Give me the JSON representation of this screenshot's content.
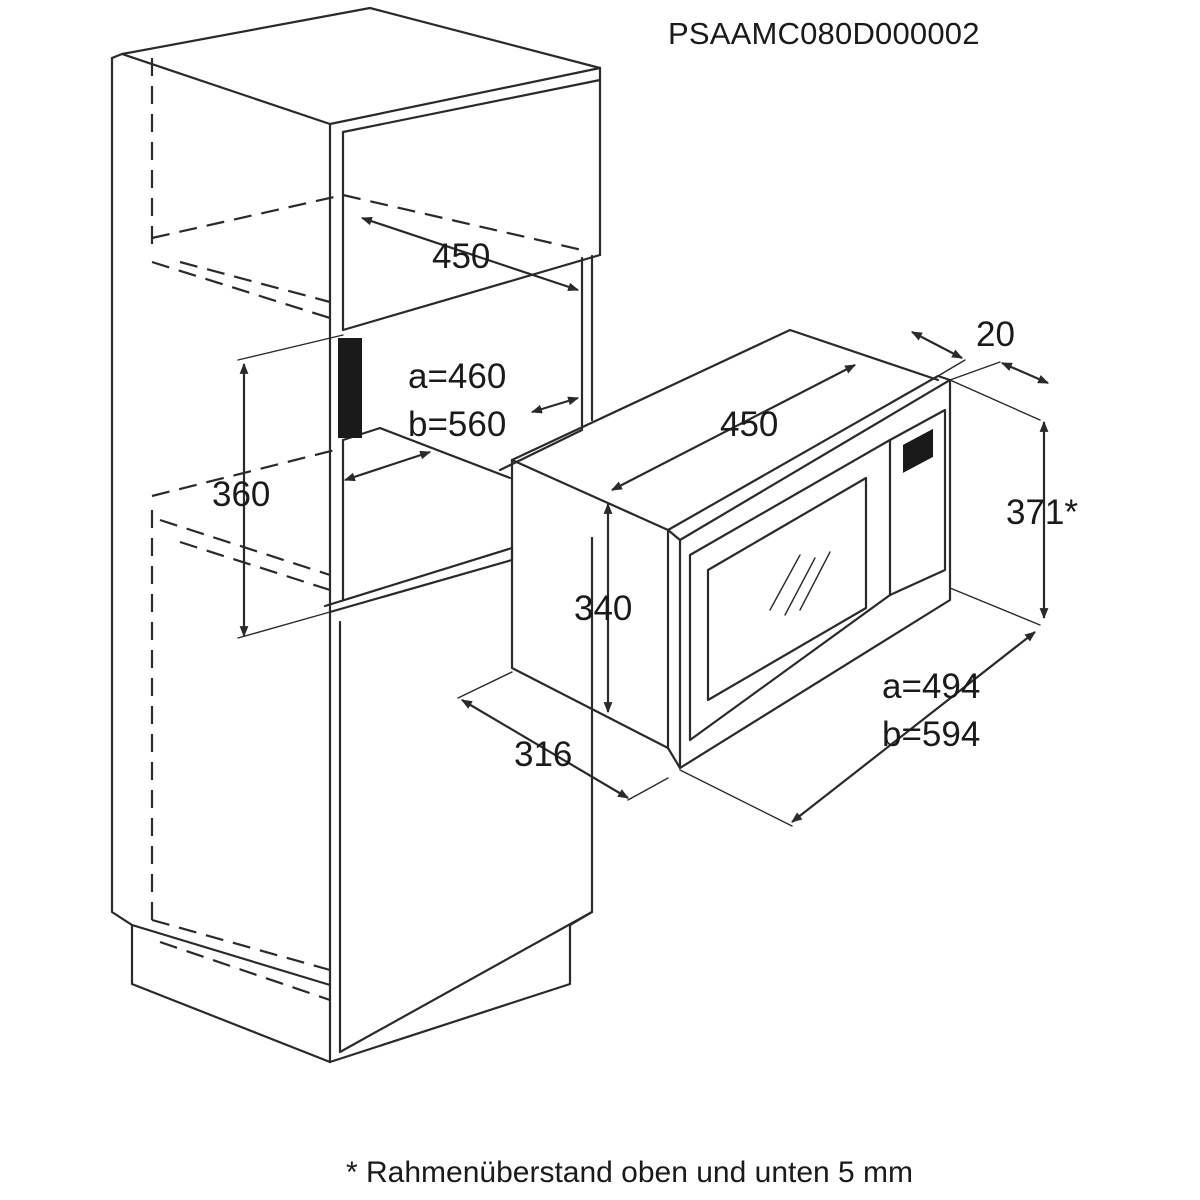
{
  "drawing_ref": "PSAAMC080D000002",
  "dimensions": {
    "niche_depth": "450",
    "niche_width_a": "a=460",
    "niche_width_b": "b=560",
    "niche_height": "360",
    "appliance_depth": "450",
    "frame_offset": "20",
    "frame_height": "371*",
    "body_height": "340",
    "body_width": "316",
    "frame_width_a": "a=494",
    "frame_width_b": "b=594"
  },
  "footnote": "* Rahmenüberstand oben und unten 5 mm"
}
